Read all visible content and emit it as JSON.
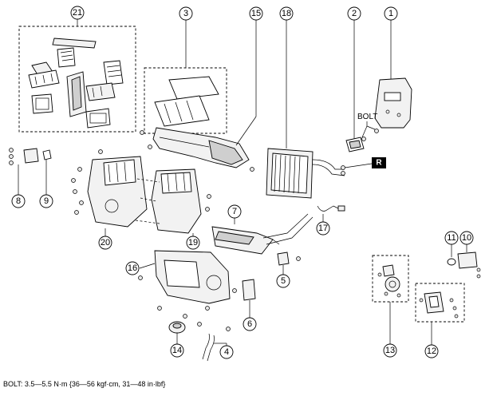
{
  "callouts": [
    {
      "id": "c1",
      "label": "1"
    },
    {
      "id": "c2",
      "label": "2"
    },
    {
      "id": "c3",
      "label": "3"
    },
    {
      "id": "c4",
      "label": "4"
    },
    {
      "id": "c5",
      "label": "5"
    },
    {
      "id": "c6",
      "label": "6"
    },
    {
      "id": "c7",
      "label": "7"
    },
    {
      "id": "c8",
      "label": "8"
    },
    {
      "id": "c9",
      "label": "9"
    },
    {
      "id": "c10",
      "label": "10"
    },
    {
      "id": "c11",
      "label": "11"
    },
    {
      "id": "c12",
      "label": "12"
    },
    {
      "id": "c13",
      "label": "13"
    },
    {
      "id": "c14",
      "label": "14"
    },
    {
      "id": "c15",
      "label": "15"
    },
    {
      "id": "c16",
      "label": "16"
    },
    {
      "id": "c17",
      "label": "17"
    },
    {
      "id": "c18",
      "label": "18"
    },
    {
      "id": "c19",
      "label": "19"
    },
    {
      "id": "c20",
      "label": "20"
    },
    {
      "id": "c21",
      "label": "21"
    }
  ],
  "bolt_label": "BOLT",
  "r_marker": "R",
  "footnote": "BOLT: 3.5—5.5 N·m {36—56 kgf·cm, 31—48 in·lbf}"
}
